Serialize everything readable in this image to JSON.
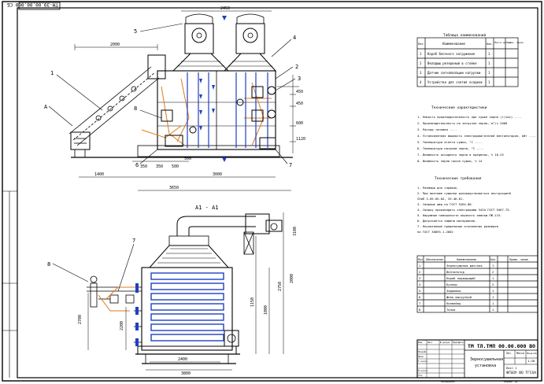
{
  "drawing": {
    "top_label": "ТМ-39.00.00.000 СБ",
    "section_title": "А1 - А1",
    "view_label_a": "А",
    "callouts": [
      "1",
      "2",
      "3",
      "4",
      "5",
      "6",
      "7",
      "8"
    ]
  },
  "dimensions": {
    "top_view": [
      "2000",
      "2450",
      "1400",
      "3650",
      "3000",
      "350",
      "350",
      "500",
      "450",
      "450",
      "600",
      "1120",
      "500"
    ],
    "section_view": [
      "2700",
      "2200",
      "2400",
      "3800",
      "1150",
      "1000",
      "2750",
      "2000",
      "3100"
    ]
  },
  "spec_table_top": {
    "title": "Таблица наименований",
    "headers": [
      "Поз.",
      "Наименование",
      "Кол.",
      "Масса ед. кг",
      "Приме- чание"
    ],
    "rows": [
      [
        "1",
        "Короб блочного загружения",
        "1"
      ],
      [
        "2",
        "Вкладыш резервный в стойке",
        "1"
      ],
      [
        "3",
        "Датчик сигнализации нагрузки",
        "1"
      ],
      [
        "4",
        "Устройство для снятия осадков",
        "1"
      ]
    ]
  },
  "tech_requirements": {
    "title": "Технические характеристики",
    "items": [
      "1. Емкость производительность при сушке зерна (т/час) ....",
      "2. Производительность по загрузке зерна, м³/ч 2000",
      "3. Расход топлива ....",
      "4. Установленная мощность электродвигателей вентиляторов, кВт ....",
      "5. Температура агента сушки, °С ....",
      "6. Температура нагрева зерна, °С ....",
      "7. Влажность исходного зерна в пределах, % 18-25",
      "8. Влажность зерна после сушки, % 14"
    ]
  },
  "tech_notes": {
    "title": "Технические требования",
    "items": [
      "1. Размеры для справок.",
      "2. При монтаже сушилки руководствоваться инструкцией",
      "   СНиП 3.05.05-84, СН-46-81.",
      "3. Сварные швы по ГОСТ 5264-80.",
      "4. Сварку производить электродами Э42А ГОСТ 9467-75.",
      "5. Наружные поверхности окрасить эмалью ПФ-115.",
      "6. Допускается замена материалов.",
      "7. Неуказанные предельные отклонения размеров",
      "   по ГОСТ 30893.1-2002"
    ]
  },
  "spec_table_bottom": {
    "headers": [
      "Поз.",
      "Обозначение",
      "Наименование",
      "Кол.",
      "Приме- чание"
    ],
    "rows": [
      [
        "1",
        "",
        "Зерносушилка шахтная",
        "1"
      ],
      [
        "2",
        "",
        "Вентилятор",
        "2"
      ],
      [
        "3",
        "",
        "Короб подводящий",
        "1"
      ],
      [
        "4",
        "",
        "Бункер",
        "2"
      ],
      [
        "5",
        "",
        "Задвижка",
        "1"
      ],
      [
        "6",
        "",
        "Шнек выгрузной",
        "1"
      ],
      [
        "7",
        "",
        "Конвейер",
        "1"
      ],
      [
        "8",
        "",
        "Топка",
        "1"
      ]
    ]
  },
  "title_block": {
    "code": "ТМ ТЛ.ТМП 00.00.000 ВО",
    "name_line1": "Зерносушильная",
    "name_line2": "установка",
    "org": "ФГБОУ ВО ТГСХА",
    "sheet": "Лист 1",
    "mass": "",
    "scale": "1:20",
    "rows": [
      "Изм.",
      "Лист",
      "№ докум.",
      "Подп.",
      "Дата",
      "Разраб.",
      "Пров.",
      "Т.контр.",
      "Н.контр.",
      "Утв."
    ],
    "side_labels": [
      "Лит.",
      "Масса",
      "Масштаб"
    ],
    "bottom_labels": [
      "Копировал",
      "Формат А1"
    ]
  }
}
